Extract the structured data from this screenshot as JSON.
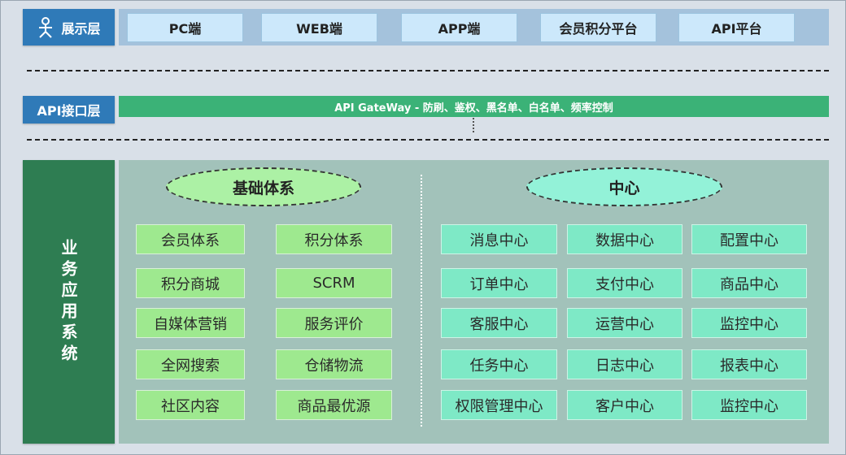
{
  "presentation": {
    "label": "展示层",
    "items": [
      "PC端",
      "WEB端",
      "APP端",
      "会员积分平台",
      "API平台"
    ]
  },
  "api": {
    "label": "API接口层",
    "gateway": "API GateWay - 防刷、鉴权、黑名单、白名单、频率控制"
  },
  "business": {
    "label": "业务应用系统",
    "basic": {
      "title": "基础体系",
      "items": [
        [
          "会员体系",
          "积分体系"
        ],
        [
          "积分商城",
          "SCRM"
        ],
        [
          "自媒体营销",
          "服务评价"
        ],
        [
          "全网搜索",
          "仓储物流"
        ],
        [
          "社区内容",
          "商品最优源"
        ]
      ]
    },
    "center": {
      "title": "中心",
      "items": [
        [
          "消息中心",
          "数据中心",
          "配置中心"
        ],
        [
          "订单中心",
          "支付中心",
          "商品中心"
        ],
        [
          "客服中心",
          "运营中心",
          "监控中心"
        ],
        [
          "任务中心",
          "日志中心",
          "报表中心"
        ],
        [
          "权限管理中心",
          "客户中心",
          "监控中心"
        ]
      ]
    }
  },
  "colors": {
    "presentation_label": "#2f7ab8",
    "gateway": "#3bb277",
    "business_label": "#2e7d52",
    "basic_cell": "#9ee98f",
    "center_cell": "#7ee9c6"
  }
}
